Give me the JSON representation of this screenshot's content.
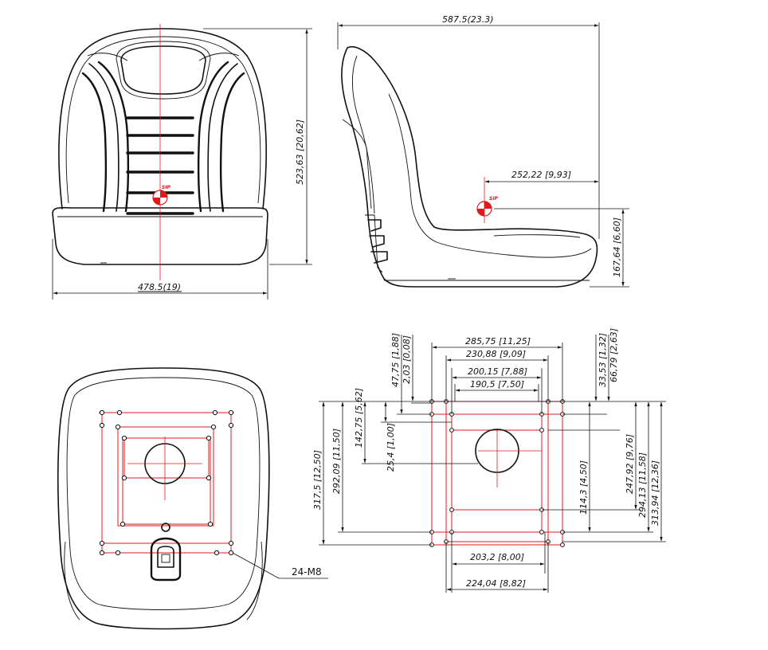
{
  "front_view": {
    "width_label": "478.5(19)",
    "height_label": "523,63 [20,62]",
    "sip_label": "SIP"
  },
  "side_view": {
    "depth_label": "587.5(23.3)",
    "sip_horizontal_label": "252,22 [9,93]",
    "sip_vertical_label": "167,64 [6,60]",
    "sip_label": "SIP"
  },
  "mount_pattern": {
    "top_labels": {
      "w1": "285,75 [11,25]",
      "w2": "230,88 [9,09]",
      "w3": "200,15 [7,88]",
      "w4": "190,5 [7,50]"
    },
    "bottom_labels": {
      "w5": "203,2 [8,00]",
      "w6": "224,04 [8,82]"
    },
    "left_labels": {
      "h1": "317,5 [12,50]",
      "h2": "292,09 [11,50]",
      "h3": "142,75 [5,62]",
      "h4": "25,4 [1,00]",
      "h5": "47,75 [1,88]",
      "h6": "2,03 [0,08]"
    },
    "right_labels": {
      "h7": "33,53 [1,32]",
      "h8": "66,79 [2,63]",
      "h9": "114,3 [4,50]",
      "h10": "247,92 [9,76]",
      "h11": "294,13 [11,58]",
      "h12": "313,94 [12,36]"
    }
  },
  "bottom_view": {
    "bolt_callout": "24-M8"
  },
  "colors": {
    "ink": "#111111",
    "pattern_red": "#e0191c"
  }
}
